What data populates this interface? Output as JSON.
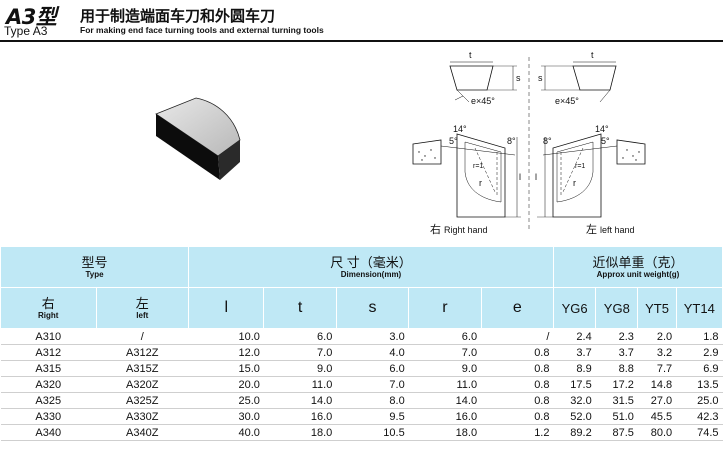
{
  "header": {
    "type_big": "A3型",
    "type_small": "Type  A3",
    "title_cn": "用于制造端面车刀和外圆车刀",
    "title_en": "For making end face turning tools and external turning tools"
  },
  "drawing": {
    "right_caption_cn": "右",
    "right_caption_en": "Right hand",
    "left_caption_cn": "左",
    "left_caption_en": "left hand",
    "angle_14": "14°",
    "angle_5": "5°",
    "angle_8": "8°",
    "chamfer": "e×45°",
    "dim_s": "s",
    "dim_t": "t",
    "dim_l": "l",
    "dim_r": "r",
    "dim_r1": "r=1"
  },
  "table": {
    "group_type_cn": "型号",
    "group_type_en": "Type",
    "group_dim_cn": "尺 寸（毫米）",
    "group_dim_en": "Dimension(mm)",
    "group_weight_cn": "近似单重（克）",
    "group_weight_en": "Approx unit weight(g)",
    "col_right_cn": "右",
    "col_right_en": "Right",
    "col_left_cn": "左",
    "col_left_en": "left",
    "col_l": "l",
    "col_t": "t",
    "col_s": "s",
    "col_r": "r",
    "col_e": "e",
    "col_yg6": "YG6",
    "col_yg8": "YG8",
    "col_yt5": "YT5",
    "col_yt14": "YT14",
    "rows": [
      [
        "A310",
        "/",
        "10.0",
        "6.0",
        "3.0",
        "6.0",
        "/",
        "2.4",
        "2.3",
        "2.0",
        "1.8"
      ],
      [
        "A312",
        "A312Z",
        "12.0",
        "7.0",
        "4.0",
        "7.0",
        "0.8",
        "3.7",
        "3.7",
        "3.2",
        "2.9"
      ],
      [
        "A315",
        "A315Z",
        "15.0",
        "9.0",
        "6.0",
        "9.0",
        "0.8",
        "8.9",
        "8.8",
        "7.7",
        "6.9"
      ],
      [
        "A320",
        "A320Z",
        "20.0",
        "11.0",
        "7.0",
        "11.0",
        "0.8",
        "17.5",
        "17.2",
        "14.8",
        "13.5"
      ],
      [
        "A325",
        "A325Z",
        "25.0",
        "14.0",
        "8.0",
        "14.0",
        "0.8",
        "32.0",
        "31.5",
        "27.0",
        "25.0"
      ],
      [
        "A330",
        "A330Z",
        "30.0",
        "16.0",
        "9.5",
        "16.0",
        "0.8",
        "52.0",
        "51.0",
        "45.5",
        "42.3"
      ],
      [
        "A340",
        "A340Z",
        "40.0",
        "18.0",
        "10.5",
        "18.0",
        "1.2",
        "89.2",
        "87.5",
        "80.0",
        "74.5"
      ]
    ]
  }
}
